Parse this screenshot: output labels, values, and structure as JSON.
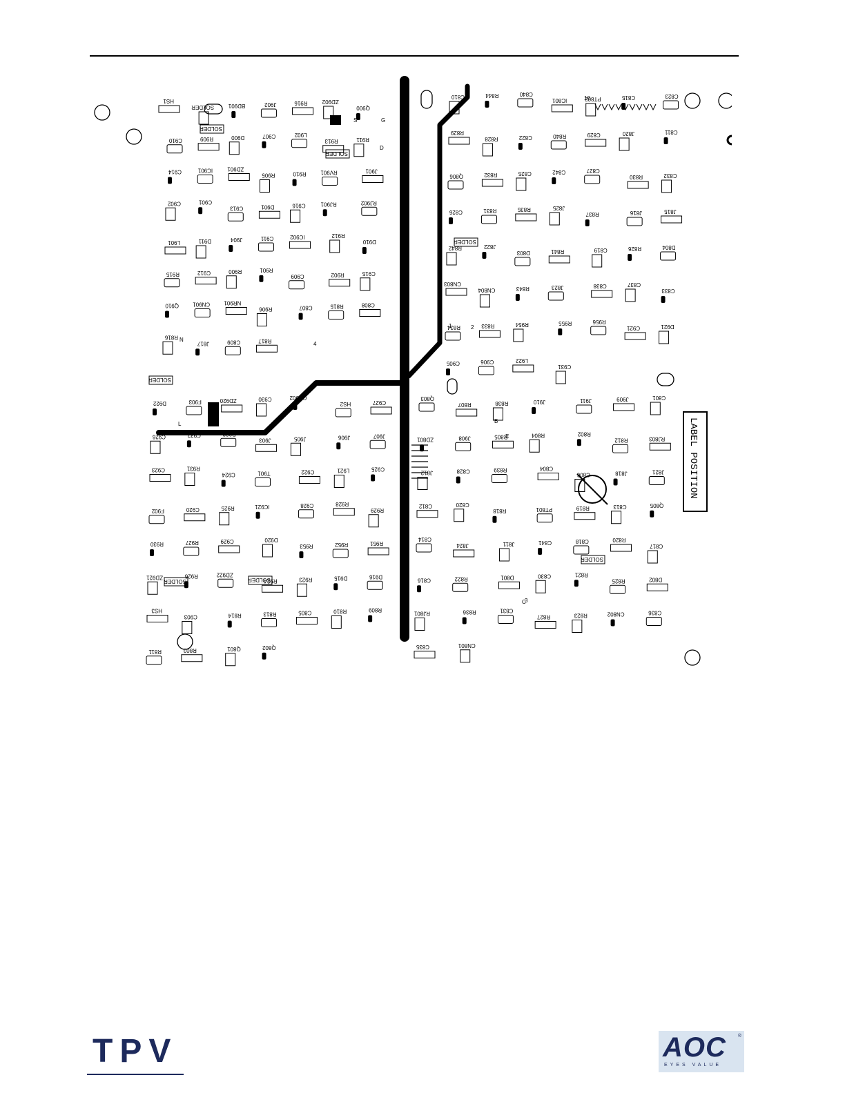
{
  "board": {
    "label_position": "LABEL POSITION",
    "solder_label": "SOLDER",
    "components": [
      "HS1",
      "SOLDER",
      "BD901",
      "J902",
      "R916",
      "ZD902",
      "Q900",
      "C910",
      "R909",
      "D900",
      "C907",
      "L902",
      "R913",
      "R911",
      "C914",
      "IC901",
      "ZD901",
      "R905",
      "R910",
      "RV901",
      "J901",
      "C902",
      "C901",
      "C913",
      "D901",
      "C916",
      "RJ901",
      "RJ902",
      "L901",
      "D911",
      "J904",
      "C911",
      "IC902",
      "R912",
      "D910",
      "R915",
      "C912",
      "R900",
      "R901",
      "C909",
      "R902",
      "C915",
      "Q910",
      "CN901",
      "NR901",
      "R906",
      "C807",
      "R815",
      "C808",
      "R816",
      "J817",
      "C809",
      "R817",
      "C810",
      "R844",
      "C840",
      "IC801",
      "PT802",
      "C815",
      "C823",
      "R829",
      "R828",
      "C822",
      "R840",
      "C829",
      "J820",
      "C811",
      "Q806",
      "R832",
      "C825",
      "C842",
      "C827",
      "R830",
      "C832",
      "C826",
      "R831",
      "R835",
      "J825",
      "R837",
      "J816",
      "J815",
      "R842",
      "J822",
      "D803",
      "R841",
      "C819",
      "R826",
      "D804",
      "CN803",
      "CN804",
      "R843",
      "J823",
      "C838",
      "C837",
      "C833",
      "R834",
      "R833",
      "R954",
      "R955",
      "R956",
      "C921",
      "D921",
      "C905",
      "C906",
      "L922",
      "C931",
      "D922",
      "F903",
      "ZD920",
      "C930",
      "CN902",
      "HS2",
      "C927",
      "C926",
      "C932",
      "R922",
      "J903",
      "J905",
      "J906",
      "J907",
      "C923",
      "R931",
      "C924",
      "T901",
      "C922",
      "L921",
      "C925",
      "F902",
      "C920",
      "R925",
      "IC921",
      "C928",
      "R928",
      "R929",
      "R930",
      "R927",
      "C929",
      "D920",
      "R953",
      "R952",
      "R951",
      "ZD921",
      "R926",
      "ZD922",
      "R924",
      "R923",
      "D915",
      "D916",
      "HS3",
      "C903",
      "R814",
      "R813",
      "C805",
      "R810",
      "R809",
      "R811",
      "R803",
      "Q801",
      "Q802",
      "Q803",
      "R807",
      "R838",
      "J910",
      "J911",
      "J909",
      "C801",
      "ZD801",
      "J908",
      "R805",
      "R804",
      "R802",
      "R812",
      "RJ803",
      "J812",
      "C828",
      "R839",
      "C804",
      "C806",
      "J818",
      "J821",
      "C812",
      "C820",
      "R818",
      "PT801",
      "R819",
      "C813",
      "Q805",
      "C814",
      "J824",
      "J811",
      "C841",
      "C818",
      "R820",
      "C817",
      "C816",
      "R822",
      "D801",
      "C830",
      "R821",
      "R825",
      "D802",
      "RJ801",
      "R836",
      "C831",
      "R827",
      "R823",
      "CN802",
      "C836",
      "C835",
      "CN801"
    ],
    "misc_marks": [
      "N",
      "L",
      "S",
      "G",
      "D",
      "B",
      "E",
      "C",
      "1",
      "2",
      "3",
      "4",
      "10"
    ]
  },
  "logos": {
    "tpv": "TPV",
    "aoc": "AOC",
    "aoc_tagline": "EYES VALUE",
    "aoc_reg": "®"
  }
}
